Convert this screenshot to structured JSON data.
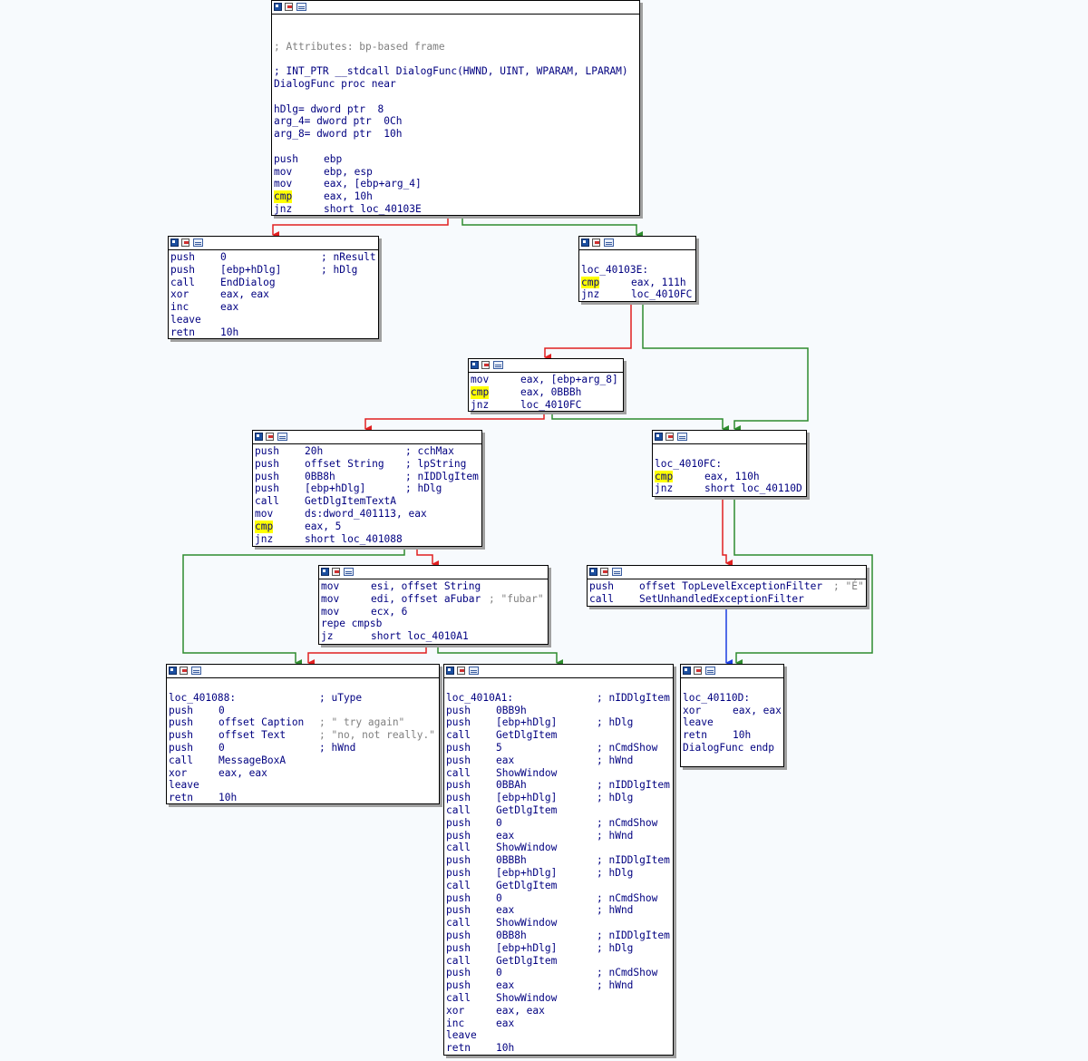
{
  "app": {
    "name": "IDA graph view"
  },
  "colors": {
    "true_edge": "#2e8b2e",
    "false_edge": "#e02020",
    "uncond_edge": "#1a3ce0",
    "background": "#f7fafd"
  },
  "nodes": {
    "entry": {
      "attr_comment": "; Attributes: bp-based frame",
      "proto_comment": "; INT_PTR __stdcall DialogFunc(HWND, UINT, WPARAM, LPARAM)",
      "proc_line": "DialogFunc proc near",
      "vars": [
        "hDlg= dword ptr  8",
        "arg_4= dword ptr  0Ch",
        "arg_8= dword ptr  10h"
      ],
      "code": [
        {
          "mn": "push",
          "op": "ebp"
        },
        {
          "mn": "mov",
          "op": "ebp, esp"
        },
        {
          "mn": "mov",
          "op": "eax, [ebp+arg_4]"
        },
        {
          "mn": "cmp",
          "op": "eax, 10h"
        },
        {
          "mn": "jnz",
          "op": "short loc_40103E"
        }
      ]
    },
    "enddialog": {
      "code": [
        {
          "mn": "push",
          "op": "0",
          "cm": "; nResult"
        },
        {
          "mn": "push",
          "op": "[ebp+hDlg]",
          "cm": "; hDlg"
        },
        {
          "mn": "call",
          "op": "EndDialog"
        },
        {
          "mn": "xor",
          "op": "eax, eax"
        },
        {
          "mn": "inc",
          "op": "eax"
        },
        {
          "mn": "leave",
          "op": ""
        },
        {
          "mn": "retn",
          "op": "10h"
        }
      ]
    },
    "loc_40103E": {
      "label": "loc_40103E:",
      "code": [
        {
          "mn": "cmp",
          "op": "eax, 111h"
        },
        {
          "mn": "jnz",
          "op": "loc_4010FC"
        }
      ]
    },
    "check_bbb": {
      "code": [
        {
          "mn": "mov",
          "op": "eax, [ebp+arg_8]"
        },
        {
          "mn": "cmp",
          "op": "eax, 0BBBh"
        },
        {
          "mn": "jnz",
          "op": "loc_4010FC"
        }
      ]
    },
    "getitemtext": {
      "code": [
        {
          "mn": "push",
          "op": "20h",
          "cm": "; cchMax"
        },
        {
          "mn": "push",
          "op": "offset String",
          "cm": "; lpString"
        },
        {
          "mn": "push",
          "op": "0BB8h",
          "cm": "; nIDDlgItem"
        },
        {
          "mn": "push",
          "op": "[ebp+hDlg]",
          "cm": "; hDlg"
        },
        {
          "mn": "call",
          "op": "GetDlgItemTextA"
        },
        {
          "mn": "mov",
          "op": "ds:dword_401113, eax"
        },
        {
          "mn": "cmp",
          "op": "eax, 5"
        },
        {
          "mn": "jnz",
          "op": "short loc_401088"
        }
      ]
    },
    "loc_4010FC": {
      "label": "loc_4010FC:",
      "code": [
        {
          "mn": "cmp",
          "op": "eax, 110h"
        },
        {
          "mn": "jnz",
          "op": "short loc_40110D"
        }
      ]
    },
    "compare": {
      "code": [
        {
          "mn": "mov",
          "op": "esi, offset String"
        },
        {
          "mn": "mov",
          "op": "edi, offset aFubar",
          "cm": "; \"fubar\""
        },
        {
          "mn": "mov",
          "op": "ecx, 6"
        },
        {
          "mn": "repe cmpsb",
          "op": ""
        },
        {
          "mn": "jz",
          "op": "short loc_4010A1"
        }
      ]
    },
    "seh": {
      "code": [
        {
          "mn": "push",
          "op": "offset TopLevelExceptionFilter",
          "cm": "; \"É\""
        },
        {
          "mn": "call",
          "op": "SetUnhandledExceptionFilter"
        }
      ]
    },
    "loc_401088": {
      "label": "loc_401088:",
      "label_cm": "; uType",
      "code": [
        {
          "mn": "push",
          "op": "0"
        },
        {
          "mn": "push",
          "op": "offset Caption",
          "cm": "; \" try again\""
        },
        {
          "mn": "push",
          "op": "offset Text",
          "cm": "; \"no, not really.\""
        },
        {
          "mn": "push",
          "op": "0",
          "cm": "; hWnd"
        },
        {
          "mn": "call",
          "op": "MessageBoxA"
        },
        {
          "mn": "xor",
          "op": "eax, eax"
        },
        {
          "mn": "leave",
          "op": ""
        },
        {
          "mn": "retn",
          "op": "10h"
        }
      ]
    },
    "loc_4010A1": {
      "label": "loc_4010A1:",
      "label_cm": "; nIDDlgItem",
      "code": [
        {
          "mn": "push",
          "op": "0BB9h"
        },
        {
          "mn": "push",
          "op": "[ebp+hDlg]",
          "cm": "; hDlg"
        },
        {
          "mn": "call",
          "op": "GetDlgItem"
        },
        {
          "mn": "push",
          "op": "5",
          "cm": "; nCmdShow"
        },
        {
          "mn": "push",
          "op": "eax",
          "cm": "; hWnd"
        },
        {
          "mn": "call",
          "op": "ShowWindow"
        },
        {
          "mn": "push",
          "op": "0BBAh",
          "cm": "; nIDDlgItem"
        },
        {
          "mn": "push",
          "op": "[ebp+hDlg]",
          "cm": "; hDlg"
        },
        {
          "mn": "call",
          "op": "GetDlgItem"
        },
        {
          "mn": "push",
          "op": "0",
          "cm": "; nCmdShow"
        },
        {
          "mn": "push",
          "op": "eax",
          "cm": "; hWnd"
        },
        {
          "mn": "call",
          "op": "ShowWindow"
        },
        {
          "mn": "push",
          "op": "0BBBh",
          "cm": "; nIDDlgItem"
        },
        {
          "mn": "push",
          "op": "[ebp+hDlg]",
          "cm": "; hDlg"
        },
        {
          "mn": "call",
          "op": "GetDlgItem"
        },
        {
          "mn": "push",
          "op": "0",
          "cm": "; nCmdShow"
        },
        {
          "mn": "push",
          "op": "eax",
          "cm": "; hWnd"
        },
        {
          "mn": "call",
          "op": "ShowWindow"
        },
        {
          "mn": "push",
          "op": "0BB8h",
          "cm": "; nIDDlgItem"
        },
        {
          "mn": "push",
          "op": "[ebp+hDlg]",
          "cm": "; hDlg"
        },
        {
          "mn": "call",
          "op": "GetDlgItem"
        },
        {
          "mn": "push",
          "op": "0",
          "cm": "; nCmdShow"
        },
        {
          "mn": "push",
          "op": "eax",
          "cm": "; hWnd"
        },
        {
          "mn": "call",
          "op": "ShowWindow"
        },
        {
          "mn": "xor",
          "op": "eax, eax"
        },
        {
          "mn": "inc",
          "op": "eax"
        },
        {
          "mn": "leave",
          "op": ""
        },
        {
          "mn": "retn",
          "op": "10h"
        }
      ]
    },
    "loc_40110D": {
      "label": "loc_40110D:",
      "code": [
        {
          "mn": "xor",
          "op": "eax, eax"
        },
        {
          "mn": "leave",
          "op": ""
        },
        {
          "mn": "retn",
          "op": "10h"
        }
      ],
      "end_line": "DialogFunc endp"
    }
  }
}
